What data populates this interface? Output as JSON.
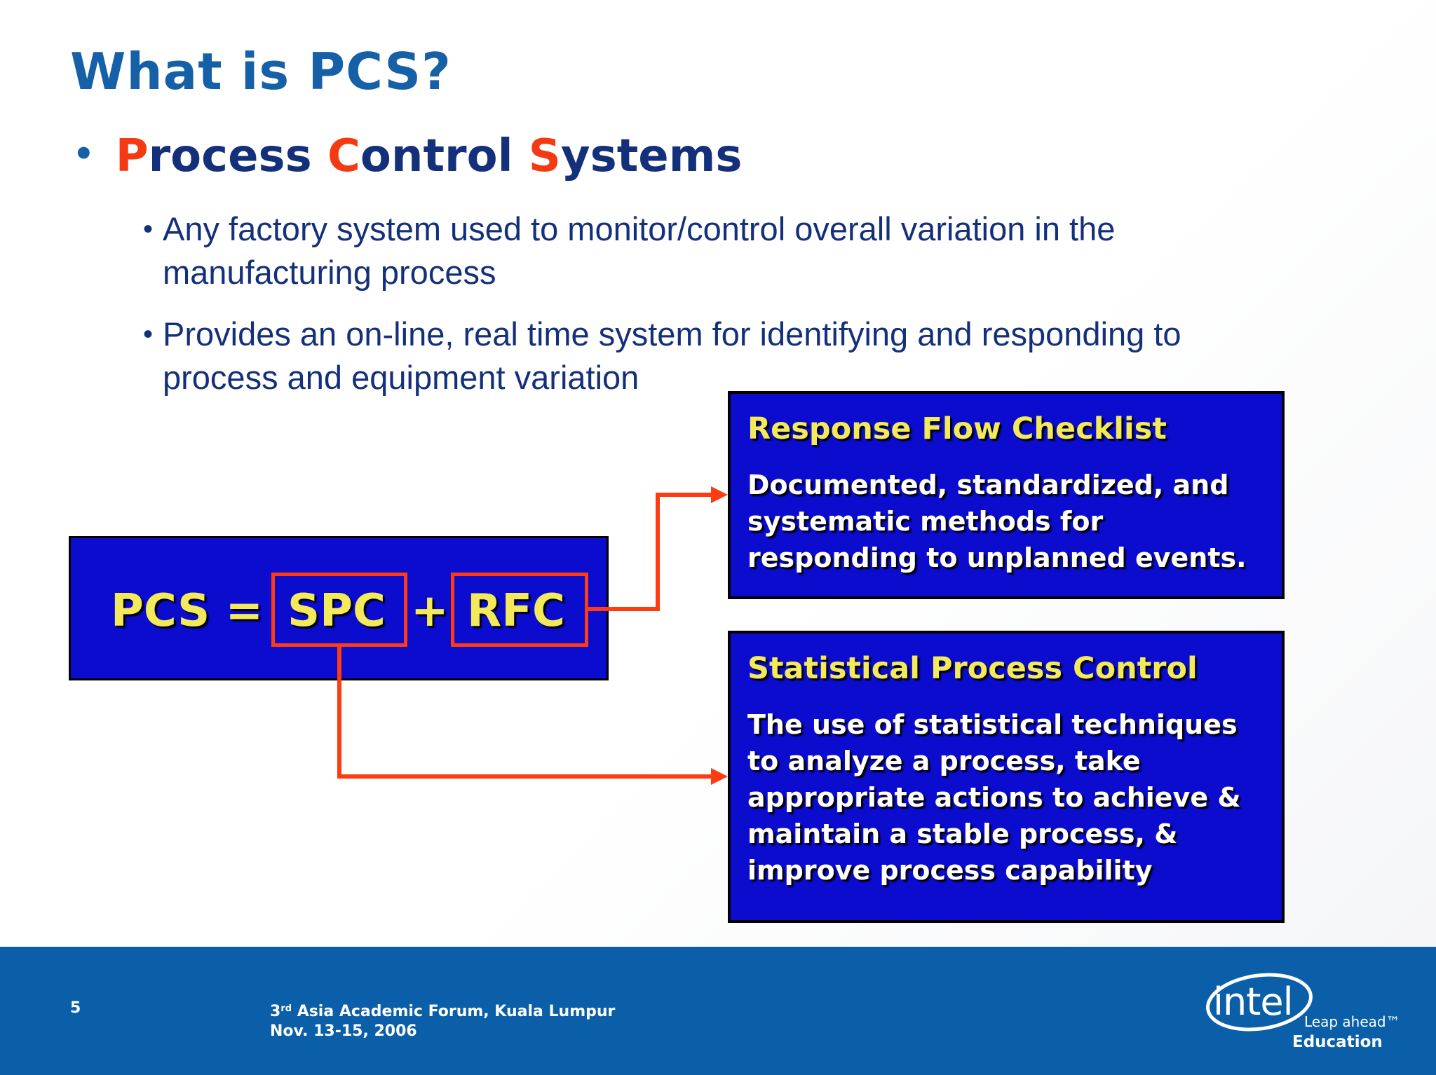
{
  "slide": {
    "title": "What is PCS?",
    "main_bullet": {
      "p1": "P",
      "p1_rest": "rocess ",
      "c1": "C",
      "c1_rest": "ontrol ",
      "s1": "S",
      "s1_rest": "ystems"
    },
    "sub_bullets": [
      "Any factory system used to monitor/control overall variation in the manufacturing process",
      "Provides an on-line, real time system for identifying and responding to process and equipment variation"
    ]
  },
  "equation": {
    "lhs": "PCS =",
    "term1": "SPC",
    "plus": "+",
    "term2": "RFC"
  },
  "rfc_box": {
    "title": "Response Flow Checklist",
    "body": "Documented, standardized, and systematic methods for responding to unplanned events."
  },
  "spc_box": {
    "title": "Statistical Process Control",
    "body": "The use of statistical techniques to analyze a process, take appropriate actions to achieve & maintain a stable process, & improve process capability"
  },
  "footer": {
    "page_number": "5",
    "forum_num": "3",
    "forum_sup": "rd",
    "forum_line1": " Asia Academic Forum, Kuala Lumpur",
    "forum_line2": "Nov. 13-15, 2006",
    "logo_text": "intel",
    "logo_tagline": "Leap ahead™",
    "logo_sub": "Education"
  },
  "colors": {
    "title": "#1560a6",
    "text": "#14307a",
    "accent": "#f43a12",
    "box_bg": "#0c0ccf",
    "box_title": "#f2ea5a",
    "footer_bg": "#0a5fa8"
  }
}
